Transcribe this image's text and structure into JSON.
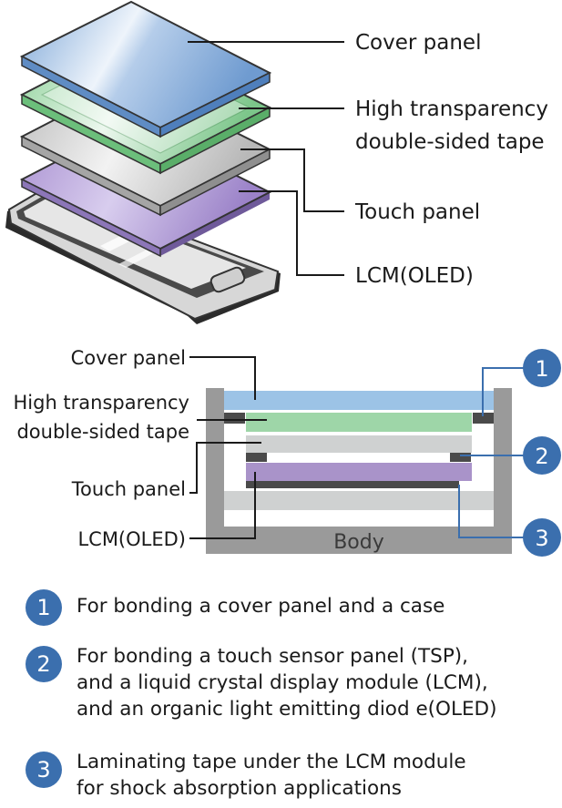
{
  "exploded": {
    "labels": [
      "Cover panel",
      "High transparency",
      "double-sided tape",
      "Touch panel",
      "LCM(OLED)"
    ]
  },
  "cross_section": {
    "labels": [
      "Cover panel",
      "High transparency",
      "double-sided tape",
      "Touch panel",
      "LCM(OLED)"
    ],
    "body_label": "Body",
    "callouts": [
      "1",
      "2",
      "3"
    ]
  },
  "legend": [
    {
      "num": "1",
      "lines": [
        "For bonding a cover panel and a case"
      ]
    },
    {
      "num": "2",
      "lines": [
        "For bonding a touch sensor panel (TSP),",
        "and a liquid crystal display module (LCM),",
        "and an organic light emitting diod e(OLED)"
      ]
    },
    {
      "num": "3",
      "lines": [
        "Laminating tape under the LCM module",
        "for shock absorption applications"
      ]
    }
  ],
  "colors": {
    "cover": "#9cc3e6",
    "tape": "#9ed6a8",
    "touch": "#cfd1d1",
    "lcm": "#a993c9",
    "frame": "#9a9a9a",
    "adhesive": "#4a4a4a",
    "accent": "#3b6fae"
  }
}
